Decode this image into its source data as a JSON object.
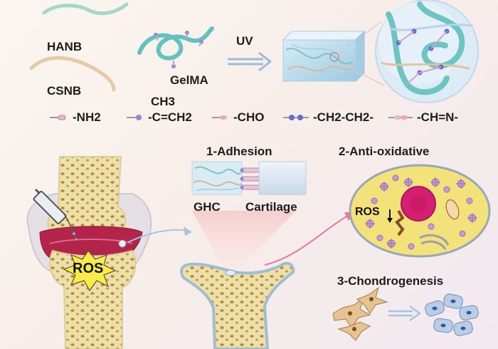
{
  "materials": {
    "hanb": "HANB",
    "csnb": "CSNB",
    "gelma": "GelMA",
    "uv": "UV"
  },
  "legend": [
    {
      "icon": "amine-icon",
      "label": "-NH2"
    },
    {
      "icon": "methacrylate-icon",
      "label": "-C=CH2",
      "top": "CH3"
    },
    {
      "icon": "aldehyde-icon",
      "label": "-CHO"
    },
    {
      "icon": "ethylene-bond-icon",
      "label": "-CH2-CH2-"
    },
    {
      "icon": "imine-bond-icon",
      "label": "-CH=N-"
    }
  ],
  "steps": {
    "adhesion": "1-Adhesion",
    "antioxidative": "2-Anti-oxidative",
    "chondrogenesis": "3-Chondrogenesis"
  },
  "adhesion_labels": {
    "left": "GHC",
    "right": "Cartilage"
  },
  "ros": {
    "joint": "ROS",
    "cell": "ROS"
  },
  "colors": {
    "bone": "#eedfa8",
    "bone_dots": "#a98c3c",
    "synovium": "#b3244a",
    "hydrogel": "#7fb9c6",
    "cell": "#f3e27a",
    "nucleus": "#d41f72",
    "arrow_pink": "#e77a93",
    "arrow_blue": "#a6c5dd"
  }
}
